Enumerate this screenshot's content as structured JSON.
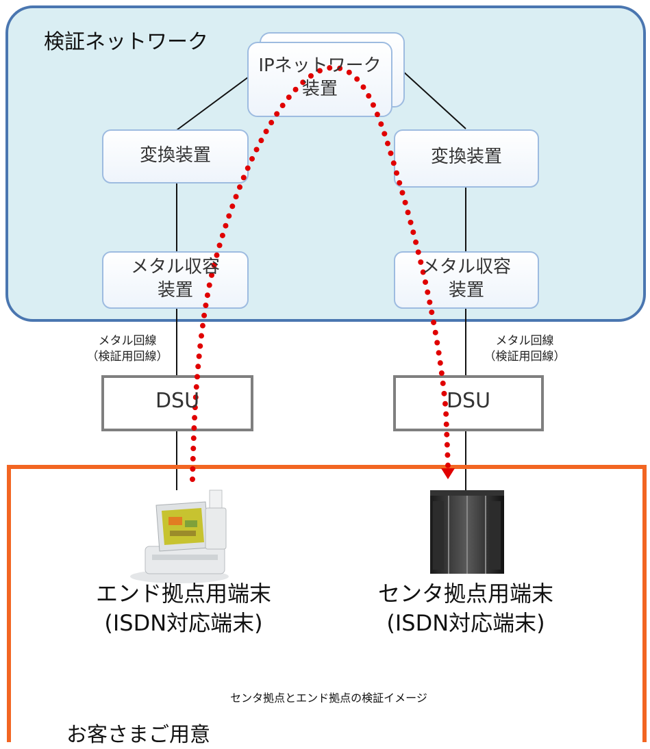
{
  "network_panel": {
    "title": "検証ネットワーク"
  },
  "ip_device": {
    "label": "IPネットワーク\n装置"
  },
  "left_converter": {
    "label": "変換装置"
  },
  "right_converter": {
    "label": "変換装置"
  },
  "left_metal_device": {
    "label": "メタル収容\n装置"
  },
  "right_metal_device": {
    "label": "メタル収容\n装置"
  },
  "left_line": {
    "label": "メタル回線\n（検証用回線）"
  },
  "right_line": {
    "label": "メタル回線\n（検証用回線）"
  },
  "left_dsu": {
    "label": "DSU"
  },
  "right_dsu": {
    "label": "DSU"
  },
  "end_terminal": {
    "label": "エンド拠点用端末\n(ISDN対応端末)",
    "icon": "pos-terminal-icon"
  },
  "center_terminal": {
    "label": "センタ拠点用端末\n(ISDN対応端末)",
    "icon": "server-rack-icon"
  },
  "caption": "センタ拠点とエンド拠点の検証イメージ",
  "customer_box": {
    "label": "お客さまご用意"
  },
  "colors": {
    "panel_fill": "#daeef3",
    "panel_stroke": "#4a76b0",
    "customer_stroke": "#f26522",
    "path_dots": "#e00000",
    "dsu_stroke": "#7f7f7f"
  }
}
